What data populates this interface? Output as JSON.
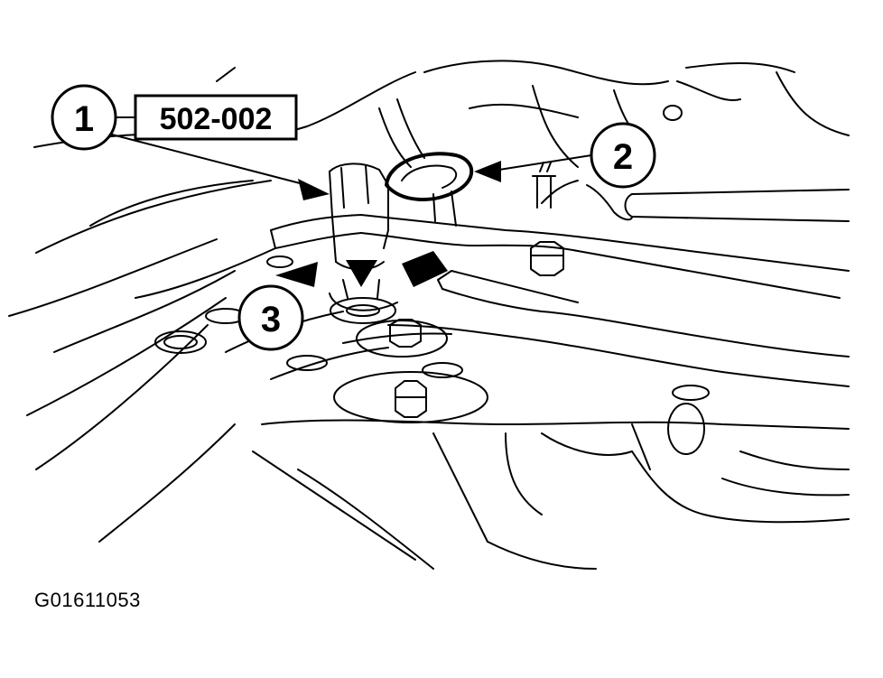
{
  "callouts": [
    {
      "number": "1"
    },
    {
      "number": "2"
    },
    {
      "number": "3"
    }
  ],
  "tool_label": "502-002",
  "figure_id": "G01611053",
  "colors": {
    "ink": "#000000",
    "paper": "#ffffff"
  }
}
